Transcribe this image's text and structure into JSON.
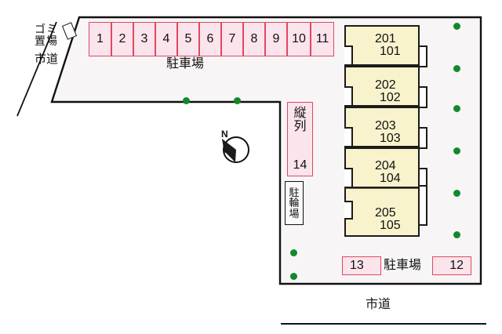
{
  "plan": {
    "title": "",
    "colors": {
      "stall_fill": "#fbe4ec",
      "stall_border": "#e0485f",
      "building_fill": "#f8f3cd",
      "building_border": "#1b1b1b",
      "tree_green": "#0f8a2e",
      "lot_fill": "#f7f5f6",
      "road_line": "#111111"
    }
  },
  "labels": {
    "garbage_area": "ゴミ置場",
    "garbage_col1": [
      "ゴ",
      "置"
    ],
    "garbage_col2": [
      "ミ",
      "場"
    ],
    "city_road_left": "市道",
    "city_road_bottom": "市道",
    "parking_top": "駐車場",
    "parking_bottom": "駐車場",
    "tandem_label_chars": [
      "縦",
      "列"
    ],
    "tandem_number": "14",
    "bike_parking_chars": [
      "駐",
      "輪",
      "場"
    ],
    "compass_north": "N"
  },
  "parking": {
    "top_row": [
      {
        "number": "1"
      },
      {
        "number": "2"
      },
      {
        "number": "3"
      },
      {
        "number": "4"
      },
      {
        "number": "5"
      },
      {
        "number": "6"
      },
      {
        "number": "7"
      },
      {
        "number": "8"
      },
      {
        "number": "9"
      },
      {
        "number": "10"
      },
      {
        "number": "11"
      }
    ],
    "bottom_row": [
      {
        "number": "13"
      },
      {
        "number": "12"
      }
    ],
    "tandem": {
      "number": "14"
    }
  },
  "building": {
    "units": [
      {
        "upper": "201",
        "lower": "101"
      },
      {
        "upper": "202",
        "lower": "102"
      },
      {
        "upper": "203",
        "lower": "103"
      },
      {
        "upper": "204",
        "lower": "104"
      },
      {
        "upper": "205",
        "lower": "105"
      }
    ]
  },
  "trees": {
    "count_right": 6,
    "count_top": 2,
    "count_bottom_left": 2
  }
}
